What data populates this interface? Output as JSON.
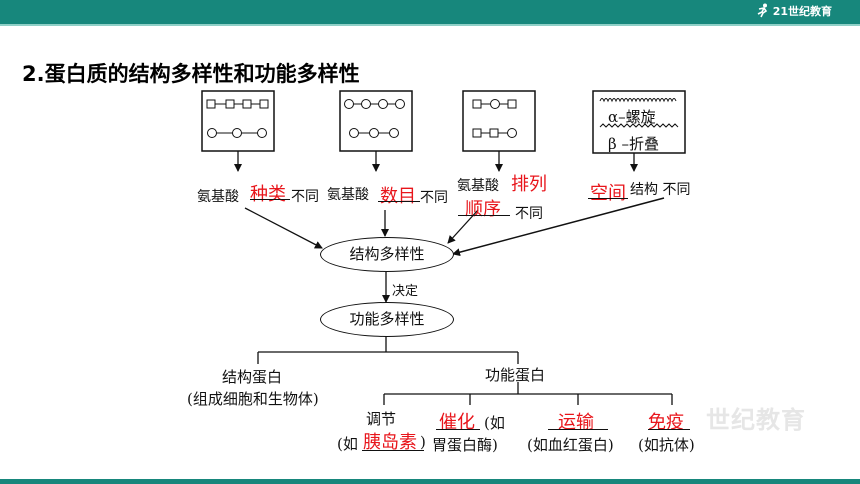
{
  "header": {
    "logo_text": "21世纪教育"
  },
  "title": "2.蛋白质的结构多样性和功能多样性",
  "boxes": {
    "helix_label": "α–螺旋",
    "sheet_label": "β –折叠"
  },
  "causes": {
    "c1_prefix": "氨基酸",
    "c1_answer": "种类",
    "c1_suffix": "不同",
    "c2_prefix": "氨基酸",
    "c2_answer": "数目",
    "c2_suffix": "不同",
    "c3_prefix": "氨基酸",
    "c3_answer_a": "排列",
    "c3_answer_b": "顺序",
    "c3_suffix": "不同",
    "c4_answer": "空间",
    "c4_suffix": "结构 不同"
  },
  "center": {
    "structural_diversity": "结构多样性",
    "decides": "决定",
    "functional_diversity": "功能多样性"
  },
  "branches": {
    "structural_protein": "结构蛋白",
    "structural_protein_note": "(组成细胞和生物体)",
    "functional_protein": "功能蛋白"
  },
  "functions": {
    "f1_label": "调节",
    "f1_open": "(如",
    "f1_answer": "胰岛素",
    "f1_close": ")",
    "f2_answer": "催化",
    "f2_open": "(如",
    "f2_note": "胃蛋白酶)",
    "f3_answer": "运输",
    "f3_note": "(如血红蛋白)",
    "f4_answer": "免疫",
    "f4_note": "(如抗体)"
  },
  "watermark": "世纪教育",
  "colors": {
    "accent": "#17877c",
    "answer": "#e8151b"
  }
}
